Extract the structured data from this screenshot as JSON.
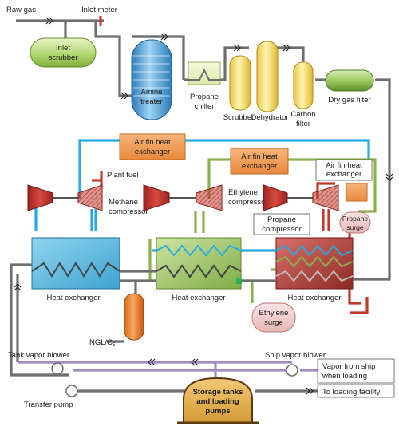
{
  "labels": {
    "raw_gas": "Raw gas",
    "inlet_meter": "Inlet meter",
    "inlet_scrubber_1": "Inlet",
    "inlet_scrubber_2": "scrubber",
    "amine_1": "Amine",
    "amine_2": "treater",
    "propane_chiller_1": "Propane",
    "propane_chiller_2": "chiller",
    "scrubber": "Scrubber",
    "dehydrator": "Dehydrator",
    "carbon_filter_1": "Carbon",
    "carbon_filter_2": "filter",
    "dry_gas_filter": "Dry gas filter",
    "airfin1_1": "Air fin heat",
    "airfin1_2": "exchanger",
    "airfin2_1": "Air fin heat",
    "airfin2_2": "exchanger",
    "airfin3_1": "Air fin heat",
    "airfin3_2": "exchanger",
    "plant_fuel": "Plant fuel",
    "methane_comp_1": "Methane",
    "methane_comp_2": "compressor",
    "ethylene_comp_1": "Ethylene",
    "ethylene_comp_2": "compressor",
    "propane_comp_1": "Propane",
    "propane_comp_2": "compressor",
    "propane_surge_1": "Propane",
    "propane_surge_2": "surge",
    "hx1": "Heat exchanger",
    "hx2": "Heat exchanger",
    "hx3": "Heat exchanger",
    "ethylene_surge_1": "Ethylene",
    "ethylene_surge_2": "surge",
    "ngl": "NGL/C",
    "ngl_sub": "5",
    "ngl_sup": "+",
    "tank_vapor_blower": "Tank vapor blower",
    "ship_vapor_blower": "Ship vapor blower",
    "vapor_from_ship_1": "Vapor from ship",
    "vapor_from_ship_2": "when loading",
    "to_loading": "To loading facility",
    "transfer_pump": "Transfer pump",
    "storage_1": "Storage tanks",
    "storage_2": "and loading",
    "storage_3": "pumps"
  },
  "colors": {
    "gas_pipe": "#6d6e70",
    "methane_loop": "#29a9df",
    "ethylene_loop": "#8cb04f",
    "propane_loop": "#c0392b",
    "vapor_return": "#a58ac2",
    "air_fin": "#f2a35c",
    "compressor": "#c0392b"
  }
}
